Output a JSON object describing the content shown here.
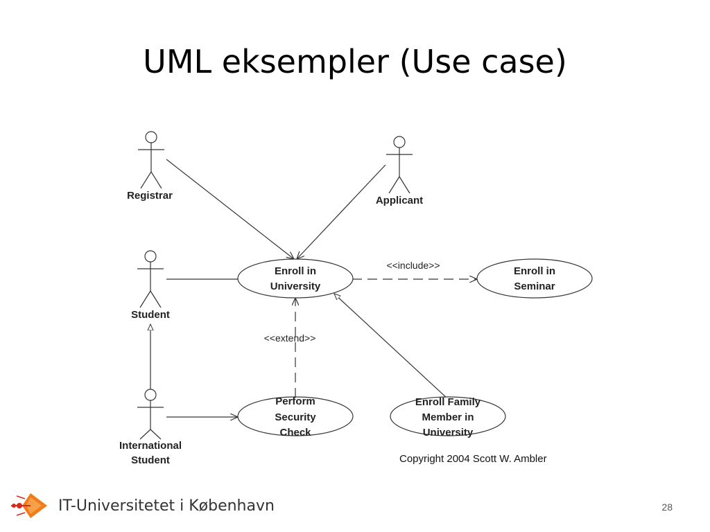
{
  "slide": {
    "title": "UML eksempler (Use case)",
    "page_number": "28"
  },
  "footer": {
    "institution": "IT-Universitetet i København",
    "logo_colors": [
      "#f07d19",
      "#d52b1e"
    ]
  },
  "diagram": {
    "actors": {
      "registrar": "Registrar",
      "applicant": "Applicant",
      "student": "Student",
      "international_student_line1": "International",
      "international_student_line2": "Student"
    },
    "use_cases": {
      "enroll_university": [
        "Enroll in",
        "University"
      ],
      "enroll_seminar": [
        "Enroll in",
        "Seminar"
      ],
      "security_check": [
        "Perform",
        "Security",
        "Check"
      ],
      "enroll_family": [
        "Enroll Family",
        "Member in",
        "University"
      ]
    },
    "stereotypes": {
      "include": "<<include>>",
      "extend": "<<extend>>"
    },
    "copyright": "Copyright 2004 Scott W. Ambler"
  }
}
